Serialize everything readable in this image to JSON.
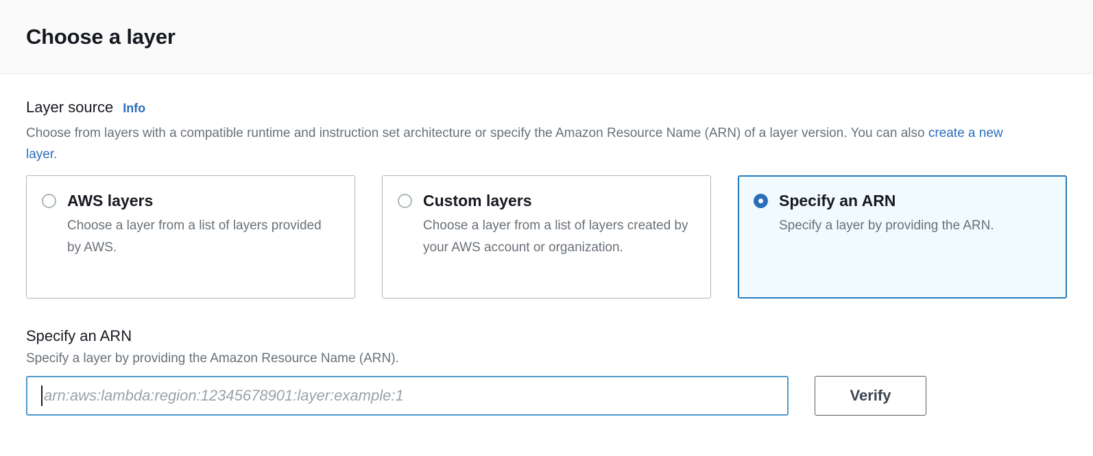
{
  "header": {
    "title": "Choose a layer"
  },
  "layer_source": {
    "label": "Layer source",
    "info_label": "Info",
    "description_part1": "Choose from layers with a compatible runtime and instruction set architecture or specify the Amazon Resource Name (ARN) of a layer version. You can also ",
    "description_link": "create a new layer",
    "description_part2": ".",
    "options": [
      {
        "title": "AWS layers",
        "description": "Choose a layer from a list of layers provided by AWS.",
        "selected": false
      },
      {
        "title": "Custom layers",
        "description": "Choose a layer from a list of layers created by your AWS account or organization.",
        "selected": false
      },
      {
        "title": "Specify an ARN",
        "description": "Specify a layer by providing the ARN.",
        "selected": true
      }
    ]
  },
  "arn_section": {
    "title": "Specify an ARN",
    "description": "Specify a layer by providing the Amazon Resource Name (ARN).",
    "input_value": "",
    "input_placeholder": "arn:aws:lambda:region:12345678901:layer:example:1",
    "verify_label": "Verify"
  },
  "colors": {
    "accent_blue": "#2a6ebb",
    "selected_border": "#2a7bb8",
    "selected_fill": "#f1faff",
    "input_focus_border": "#4a9ac9",
    "text_primary": "#16191f",
    "text_secondary": "#687078",
    "card_border": "#aab7b8",
    "button_border": "#545b64",
    "header_bg": "#fafafa"
  }
}
